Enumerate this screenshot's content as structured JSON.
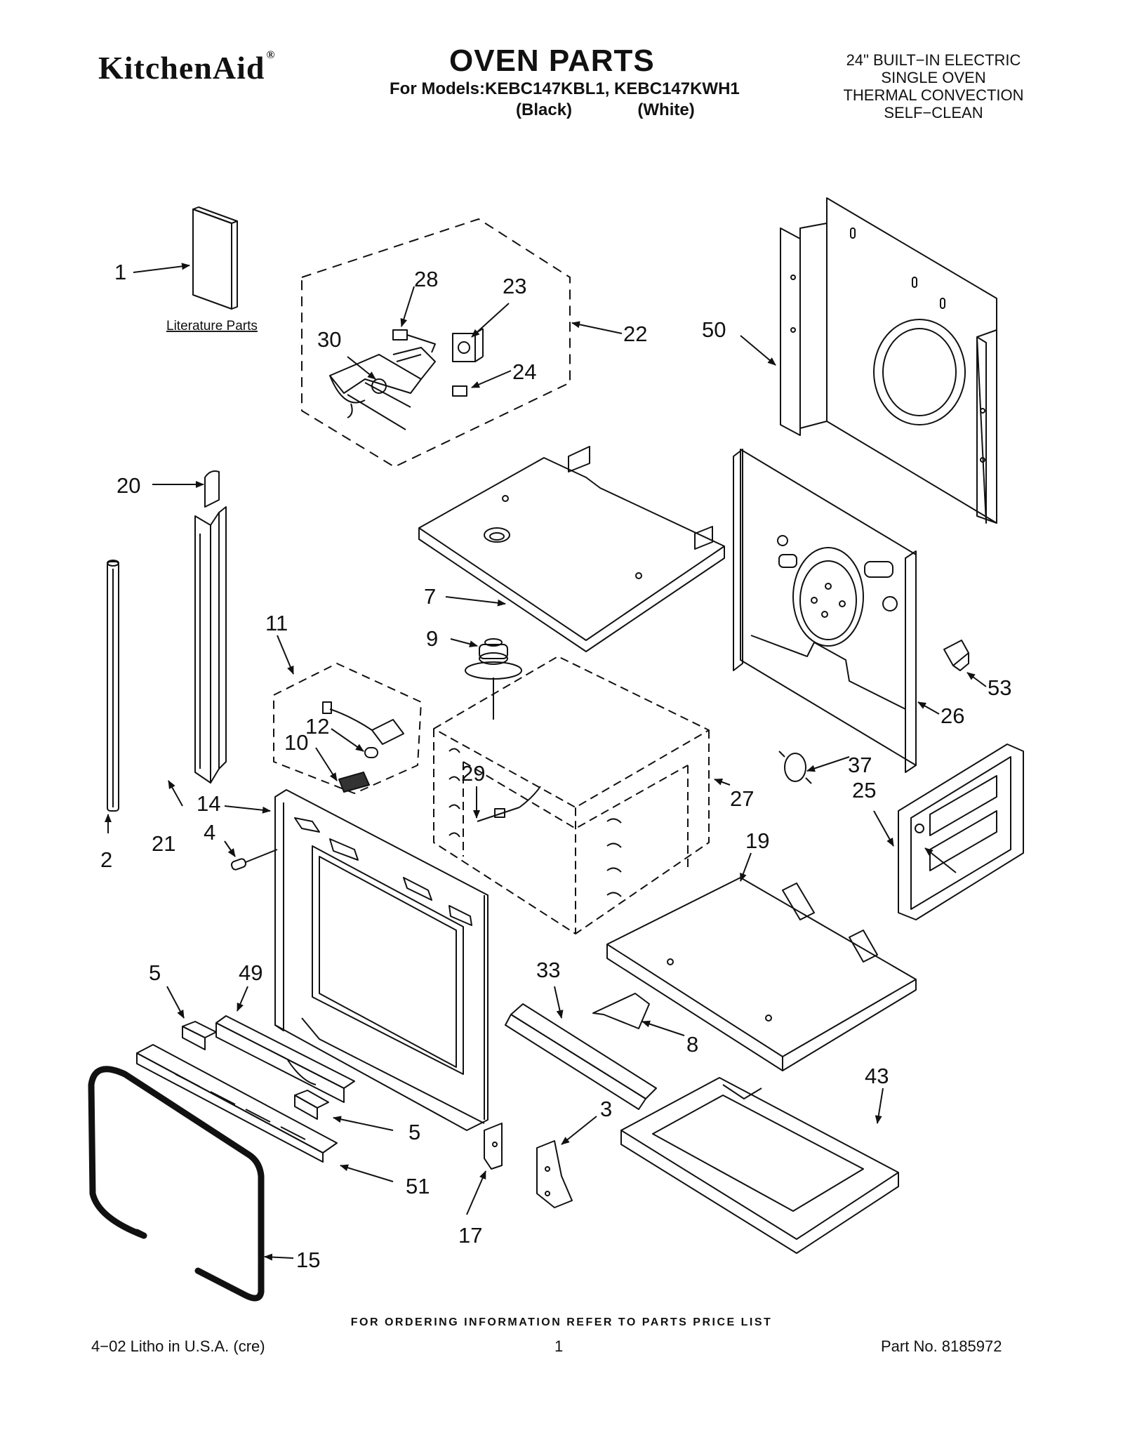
{
  "header": {
    "brand": "KitchenAid",
    "title": "OVEN PARTS",
    "models": "For Models:KEBC147KBL1, KEBC147KWH1",
    "variant_black": "(Black)",
    "variant_white": "(White)",
    "spec_lines": [
      "24\" BUILT−IN ELECTRIC",
      "SINGLE OVEN",
      "THERMAL CONVECTION",
      "SELF−CLEAN"
    ]
  },
  "diagram": {
    "literature_label": "Literature Parts",
    "callouts": [
      "1",
      "28",
      "23",
      "22",
      "30",
      "24",
      "50",
      "20",
      "7",
      "11",
      "9",
      "26",
      "53",
      "12",
      "10",
      "37",
      "25",
      "29",
      "27",
      "14",
      "19",
      "21",
      "4",
      "2",
      "5",
      "49",
      "33",
      "8",
      "43",
      "3",
      "5",
      "51",
      "17",
      "15"
    ]
  },
  "footer": {
    "ordering": "FOR ORDERING INFORMATION REFER TO PARTS PRICE LIST",
    "litho": "4−02 Litho in U.S.A. (cre)",
    "page": "1",
    "part_no": "Part No. 8185972"
  }
}
